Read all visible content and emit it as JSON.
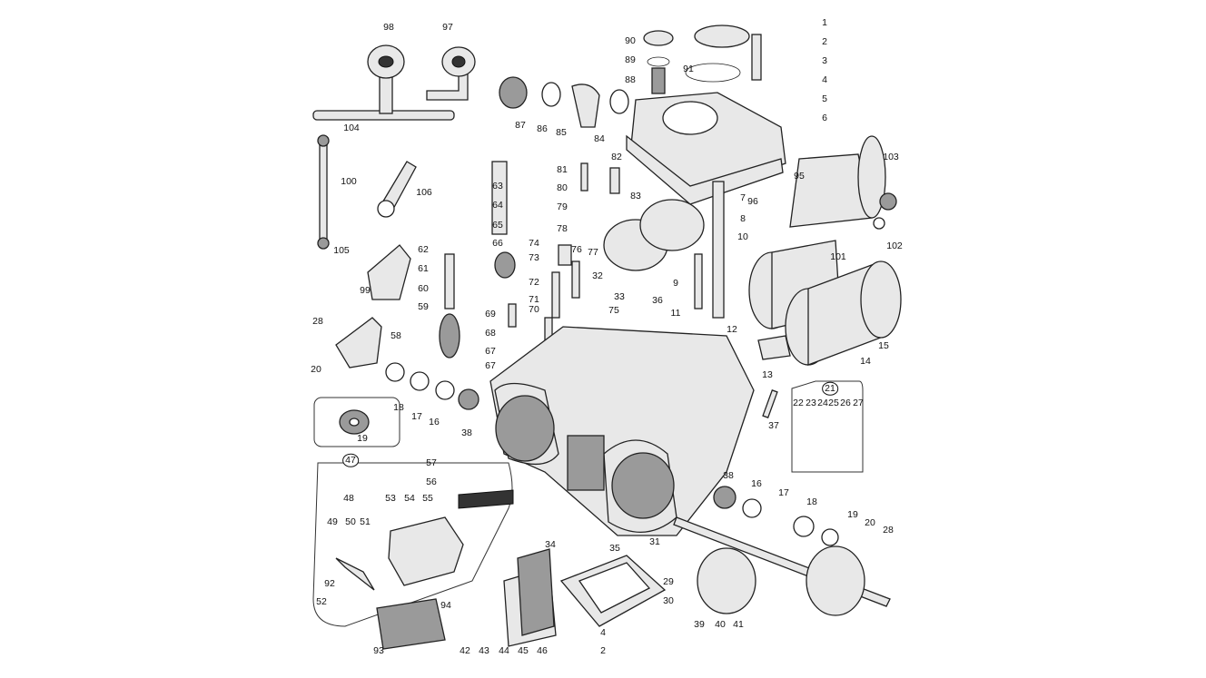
{
  "diagram": {
    "type": "exploded-parts-view",
    "subject": "carburetor"
  },
  "parts": [
    "1",
    "2",
    "3",
    "4",
    "5",
    "6",
    "90",
    "89",
    "91",
    "88",
    "98",
    "97",
    "87",
    "86",
    "85",
    "84",
    "104",
    "100",
    "105",
    "106",
    "63",
    "64",
    "65",
    "66",
    "81",
    "80",
    "79",
    "82",
    "83",
    "78",
    "77",
    "74",
    "73",
    "76",
    "62",
    "61",
    "60",
    "59",
    "99",
    "72",
    "71",
    "70",
    "32",
    "33",
    "75",
    "36",
    "69",
    "68",
    "67",
    "67",
    "28",
    "20",
    "58",
    "18",
    "17",
    "16",
    "38",
    "19",
    "7",
    "8",
    "10",
    "9",
    "11",
    "12",
    "13",
    "95",
    "96",
    "103",
    "102",
    "101",
    "15",
    "14",
    "37",
    "21",
    "22",
    "23",
    "24",
    "25",
    "26",
    "27",
    "57",
    "47",
    "56",
    "48",
    "53",
    "54",
    "55",
    "49",
    "50",
    "51",
    "92",
    "52",
    "93",
    "94",
    "34",
    "35",
    "31",
    "38",
    "16",
    "17",
    "18",
    "19",
    "20",
    "28",
    "29",
    "30",
    "4",
    "2",
    "39",
    "40",
    "41",
    "42",
    "43",
    "44",
    "45",
    "46"
  ]
}
